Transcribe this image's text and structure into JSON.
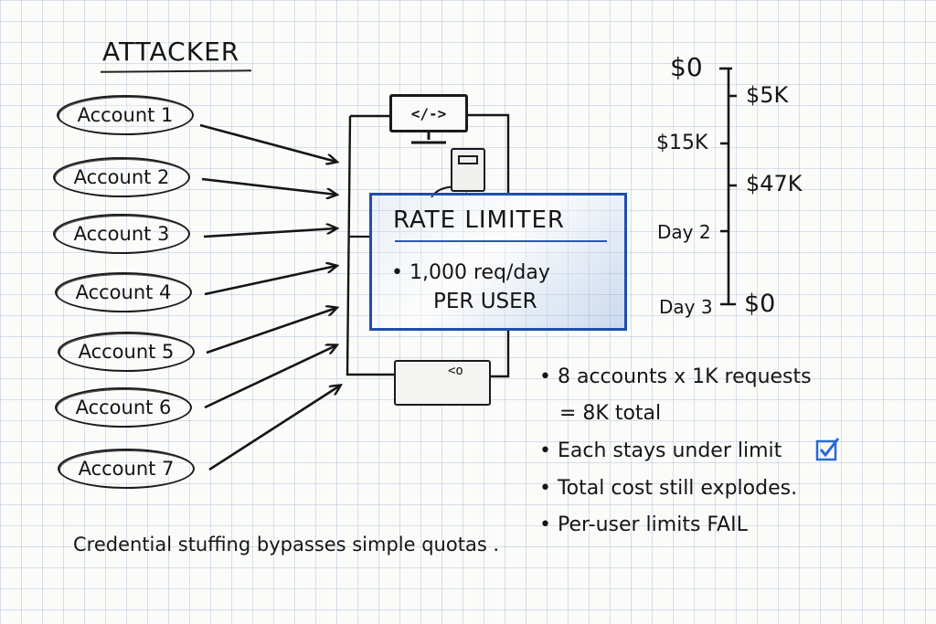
{
  "title": "ATTACKER",
  "accounts": [
    {
      "label": "Account 1"
    },
    {
      "label": "Account 2"
    },
    {
      "label": "Account 3"
    },
    {
      "label": "Account 4"
    },
    {
      "label": "Account 5"
    },
    {
      "label": "Account 6"
    },
    {
      "label": "Account 7"
    }
  ],
  "server_icons": {
    "monitor": "</->",
    "server": "<o"
  },
  "rate_limiter": {
    "title": "RATE LIMITER",
    "line1": "1,000 req/day",
    "line2": "PER USER"
  },
  "cost_axis": {
    "labels_right": [
      "$5K",
      "$47K",
      "$0"
    ],
    "labels_left": [
      "$0",
      "$15K",
      "Day 2",
      "Day 3"
    ]
  },
  "bullets": {
    "b1_line1": "8 accounts x 1K requests",
    "b1_line2": "= 8K total",
    "b2": "Each stays under limit",
    "b3": "Total cost still explodes.",
    "b4": "Per-user limits FAIL"
  },
  "caption": "Credential stuffing bypasses simple quotas .",
  "colors": {
    "ink": "#151515",
    "accent_blue": "#1f4fa8",
    "check_blue": "#2a6ad8"
  },
  "icons": [
    "monitor-code-icon",
    "device-icon",
    "server-icon",
    "checkbox-checked-icon"
  ]
}
